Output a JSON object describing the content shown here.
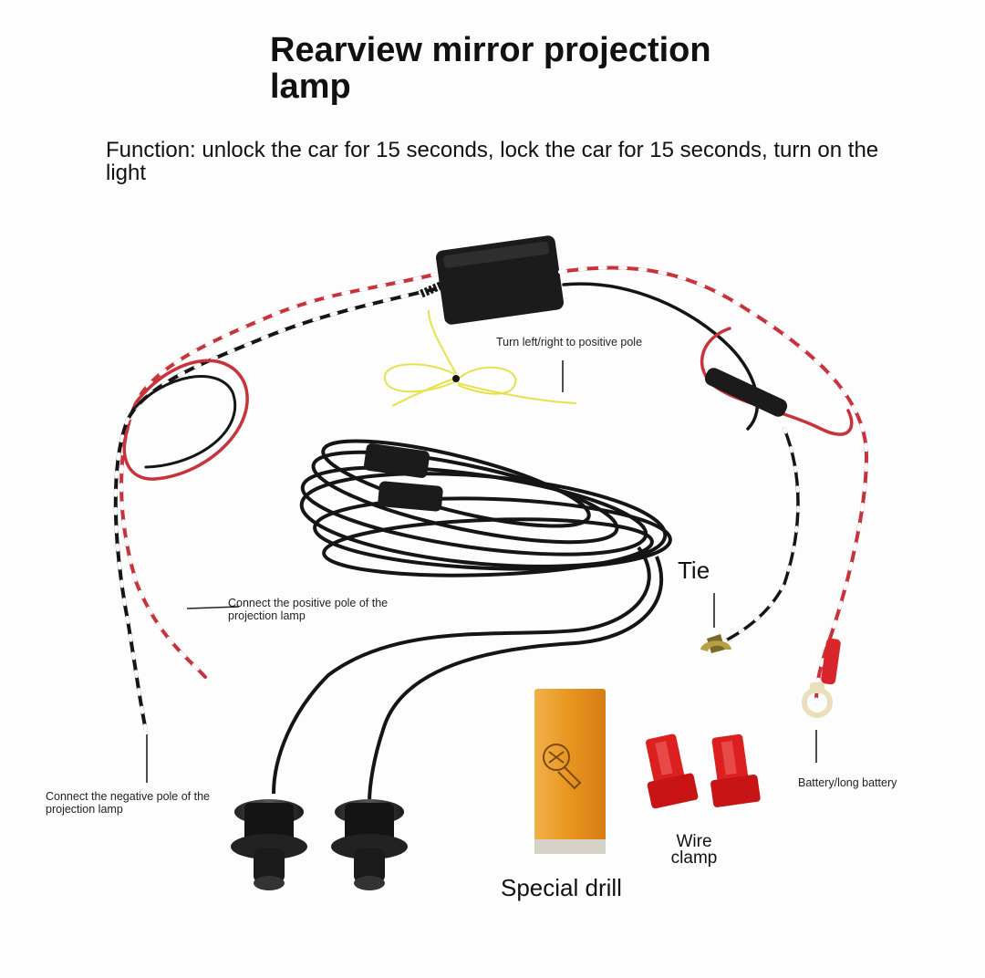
{
  "title": "Rearview mirror projection lamp",
  "function_text": "Function: unlock the car for 15 seconds, lock the car for 15 seconds, turn on the light",
  "labels": {
    "turn_signal": "Turn left/right to positive pole",
    "tie": "Tie",
    "positive_pole": "Connect the positive pole of the projection lamp",
    "negative_pole": "Connect the negative pole of the projection lamp",
    "battery": "Battery/long battery",
    "wire_clamp": "Wire clamp",
    "special_drill": "Special drill"
  },
  "colors": {
    "wire_red": "#c8323a",
    "wire_black": "#151515",
    "wire_yellow": "#e6e24a",
    "drill_box": "#e89a26",
    "clamp_red": "#dc2020"
  }
}
